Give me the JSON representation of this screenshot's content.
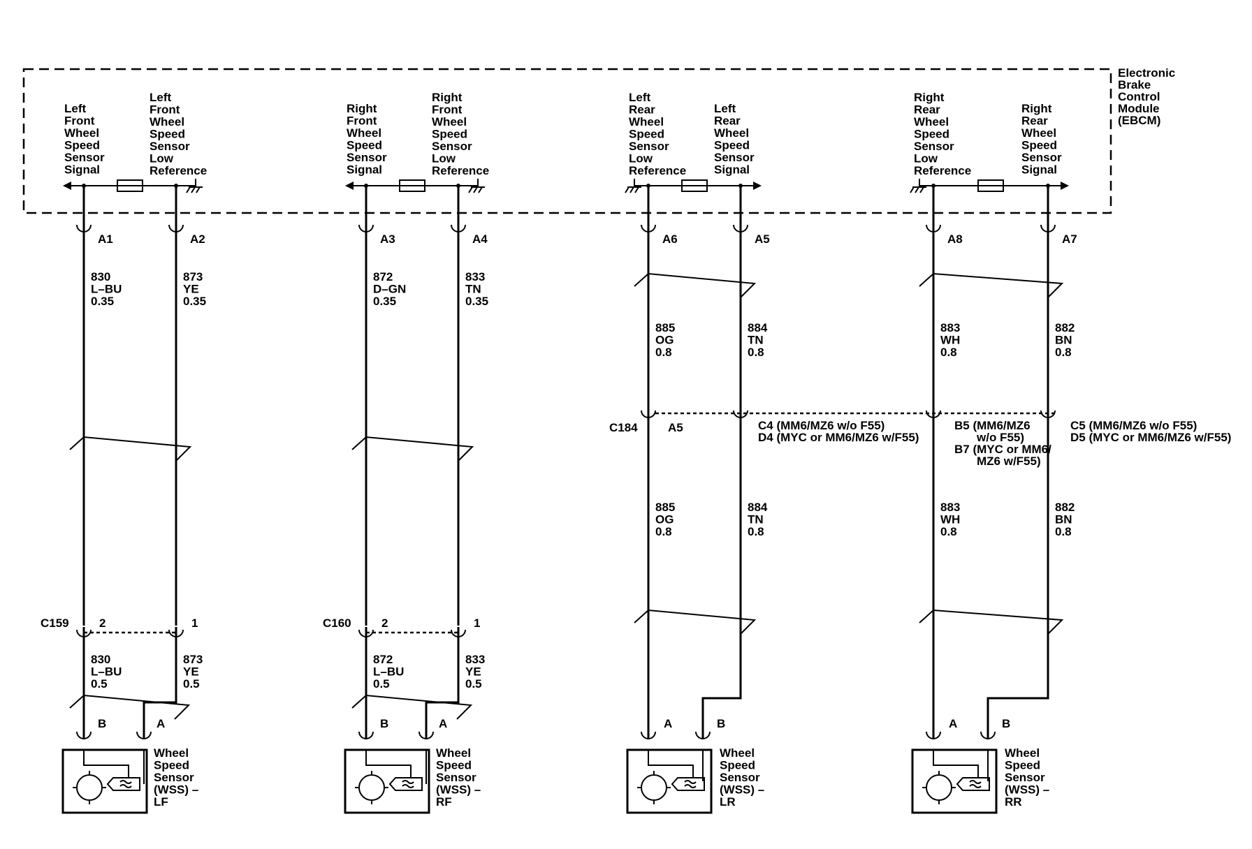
{
  "module": {
    "lines": [
      "Electronic",
      "Brake",
      "Control",
      "Module",
      "(EBCM)"
    ]
  },
  "circuits": [
    {
      "left_label": [
        "Left",
        "Front",
        "Wheel",
        "Speed",
        "Sensor",
        "Signal"
      ],
      "right_label": [
        "Left",
        "Front",
        "Wheel",
        "Speed",
        "Sensor",
        "Low",
        "Reference"
      ],
      "pins": [
        "A1",
        "A2"
      ],
      "upper_wires": [
        [
          "830",
          "L–BU",
          "0.35"
        ],
        [
          "873",
          "YE",
          "0.35"
        ]
      ],
      "connector": {
        "name": "C159",
        "pins": [
          "2",
          "1"
        ]
      },
      "lower_wires": [
        [
          "830",
          "L–BU",
          "0.5"
        ],
        [
          "873",
          "YE",
          "0.5"
        ]
      ],
      "sensor_pins": [
        "B",
        "A"
      ],
      "sensor": [
        "Wheel",
        "Speed",
        "Sensor",
        "(WSS) –",
        "LF"
      ]
    },
    {
      "left_label": [
        "Right",
        "Front",
        "Wheel",
        "Speed",
        "Sensor",
        "Signal"
      ],
      "right_label": [
        "Right",
        "Front",
        "Wheel",
        "Speed",
        "Sensor",
        "Low",
        "Reference"
      ],
      "pins": [
        "A3",
        "A4"
      ],
      "upper_wires": [
        [
          "872",
          "D–GN",
          "0.35"
        ],
        [
          "833",
          "TN",
          "0.35"
        ]
      ],
      "connector": {
        "name": "C160",
        "pins": [
          "2",
          "1"
        ]
      },
      "lower_wires": [
        [
          "872",
          "L–BU",
          "0.5"
        ],
        [
          "833",
          "YE",
          "0.5"
        ]
      ],
      "sensor_pins": [
        "B",
        "A"
      ],
      "sensor": [
        "Wheel",
        "Speed",
        "Sensor",
        "(WSS) –",
        "RF"
      ]
    },
    {
      "left_label": [
        "Left",
        "Rear",
        "Wheel",
        "Speed",
        "Sensor",
        "Low",
        "Reference"
      ],
      "right_label": [
        "Left",
        "Rear",
        "Wheel",
        "Speed",
        "Sensor",
        "Signal"
      ],
      "pins": [
        "A6",
        "A5"
      ],
      "upper_wires": [
        [
          "885",
          "OG",
          "0.8"
        ],
        [
          "884",
          "TN",
          "0.8"
        ]
      ],
      "lower_wires": [
        [
          "885",
          "OG",
          "0.8"
        ],
        [
          "884",
          "TN",
          "0.8"
        ]
      ],
      "sensor_pins": [
        "A",
        "B"
      ],
      "sensor": [
        "Wheel",
        "Speed",
        "Sensor",
        "(WSS) –",
        "LR"
      ]
    },
    {
      "left_label": [
        "Right",
        "Rear",
        "Wheel",
        "Speed",
        "Sensor",
        "Low",
        "Reference"
      ],
      "right_label": [
        "Right",
        "Rear",
        "Wheel",
        "Speed",
        "Sensor",
        "Signal"
      ],
      "pins": [
        "A8",
        "A7"
      ],
      "upper_wires": [
        [
          "883",
          "WH",
          "0.8"
        ],
        [
          "882",
          "BN",
          "0.8"
        ]
      ],
      "lower_wires": [
        [
          "883",
          "WH",
          "0.8"
        ],
        [
          "882",
          "BN",
          "0.8"
        ]
      ],
      "sensor_pins": [
        "A",
        "B"
      ],
      "sensor": [
        "Wheel",
        "Speed",
        "Sensor",
        "(WSS) –",
        "RR"
      ]
    }
  ],
  "c184": {
    "name": "C184",
    "pin1": "A5",
    "pin2": [
      "C4 (MM6/MZ6 w/o F55)",
      "D4 (MYC or MM6/MZ6 w/F55)"
    ],
    "pin3": [
      "B5 (MM6/MZ6",
      "w/o F55)",
      "B7 (MYC or MM6/",
      "MZ6 w/F55)"
    ],
    "pin4": [
      "C5 (MM6/MZ6 w/o F55)",
      "D5 (MYC or MM6/MZ6 w/F55)"
    ]
  }
}
